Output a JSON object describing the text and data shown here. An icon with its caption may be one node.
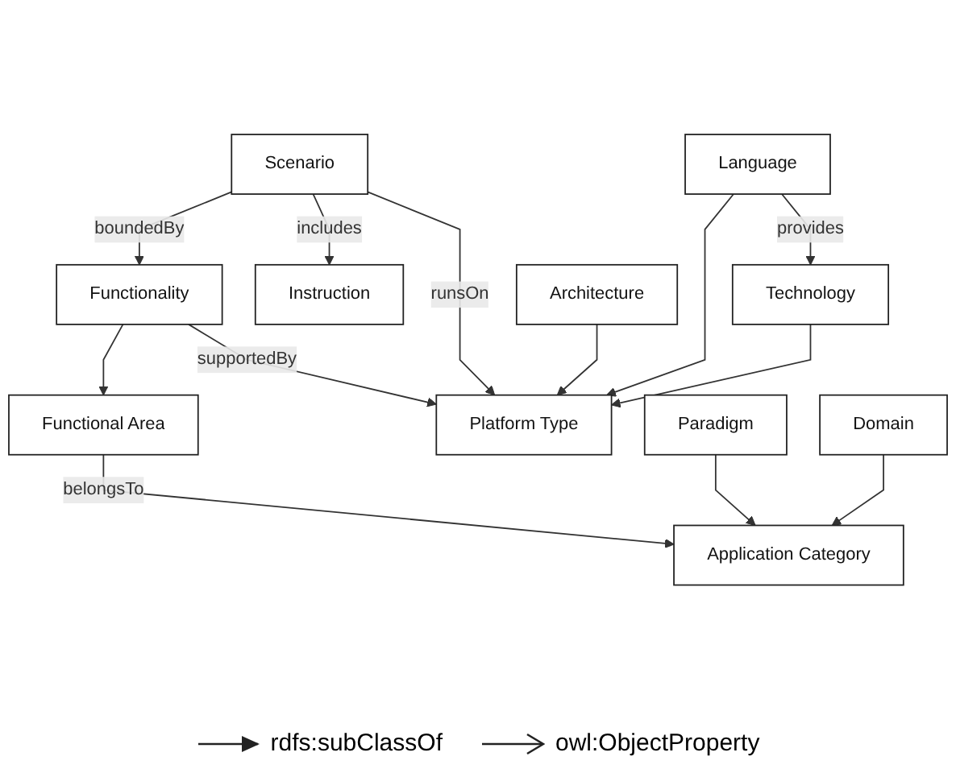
{
  "diagram": {
    "nodes": [
      {
        "text": [
          "Scenario"
        ]
      },
      {
        "text": [
          "Functionality"
        ]
      },
      {
        "text": [
          "Instruction"
        ]
      },
      {
        "text": [
          "Functional Area"
        ]
      },
      {
        "text": [
          "Platform Type"
        ]
      },
      {
        "text": [
          "Technology"
        ]
      },
      {
        "text": [
          "Architecture"
        ]
      },
      {
        "text": [
          "Application Category"
        ]
      },
      {
        "text": [
          "Paradigm"
        ]
      },
      {
        "text": [
          "Domain"
        ]
      },
      {
        "text": [
          "Language"
        ]
      }
    ],
    "edges": [
      {
        "from": 0,
        "to": 1,
        "arrow": "to",
        "label": "boundedBy"
      },
      {
        "from": 0,
        "to": 2,
        "arrow": "to",
        "label": "includes"
      },
      {
        "from": 0,
        "to": 4,
        "arrow": "to",
        "label": "runsOn"
      },
      {
        "from": 1,
        "to": 3,
        "arrow": "to"
      },
      {
        "from": 1,
        "to": 4,
        "arrow": "to",
        "label": "supportedBy"
      },
      {
        "from": 3,
        "to": 7,
        "arrow": "to",
        "label": "belongsTo"
      },
      {
        "from": 5,
        "to": 4,
        "arrow": "to"
      },
      {
        "from": 10,
        "to": 4,
        "arrow": "to"
      },
      {
        "from": 6,
        "to": 4,
        "arrow": "to"
      },
      {
        "from": 10,
        "to": 5,
        "arrow": "to",
        "label": "provides"
      },
      {
        "from": 8,
        "to": 7,
        "arrow": "to"
      },
      {
        "from": 9,
        "to": 7,
        "arrow": "to"
      }
    ],
    "legend": [
      {
        "text": "rdfs:subClassOf"
      },
      {
        "text": "owl:ObjectProperty"
      }
    ]
  }
}
